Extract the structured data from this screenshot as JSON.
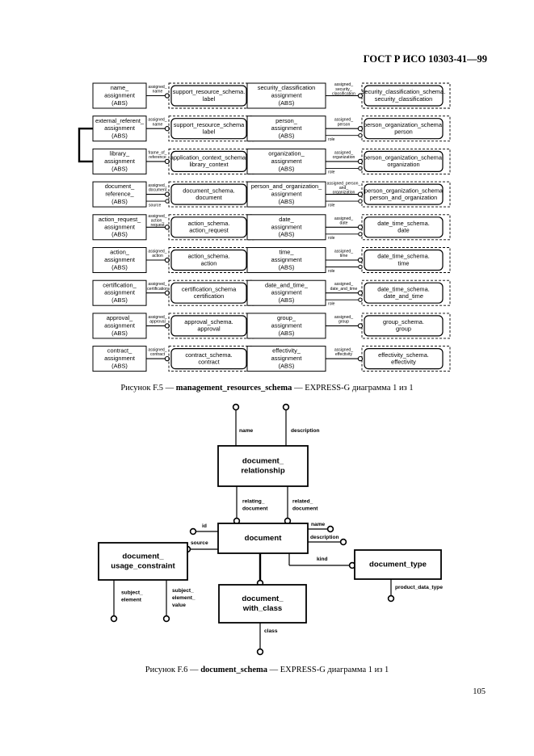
{
  "header": {
    "standard": "ГОСТ Р ИСО 10303-41—99"
  },
  "figure5": {
    "caption": {
      "prefix": "Рисунок F.5 — ",
      "name": "management_resources_schema",
      "suffix": " — EXPRESS-G диаграмма 1 из 1"
    },
    "left_rows": [
      {
        "entity": [
          "name_",
          "assignment",
          "(ABS)"
        ],
        "attr": [
          "assigned_",
          "name"
        ],
        "target": [
          "support_resource_schema.",
          "label"
        ]
      },
      {
        "entity": [
          "external_referent_",
          "assignment",
          "(ABS)"
        ],
        "attr": [
          "assigned_",
          "name"
        ],
        "target": [
          "support_resource_schema",
          "label"
        ]
      },
      {
        "entity": [
          "library_",
          "assignment",
          "(ABS)"
        ],
        "attr": [
          "frame_of_",
          "reference"
        ],
        "target": [
          "application_context_schema.",
          "library_context"
        ]
      },
      {
        "entity": [
          "document_",
          "reference_",
          "(ABS)"
        ],
        "attr": [
          "assigned_",
          "document"
        ],
        "attr2": "source",
        "target": [
          "document_schema.",
          "document"
        ]
      },
      {
        "entity": [
          "action_request_",
          "assignment",
          "(ABS)"
        ],
        "attr": [
          "assigned_",
          "action_",
          "request"
        ],
        "target": [
          "action_schema.",
          "action_request"
        ]
      },
      {
        "entity": [
          "action_",
          "assignment",
          "(ABS)"
        ],
        "attr": [
          "assigned_",
          "action"
        ],
        "target": [
          "action_schema.",
          "action"
        ]
      },
      {
        "entity": [
          "certification_",
          "assignment",
          "(ABS)"
        ],
        "attr": [
          "assigned_",
          "certification"
        ],
        "target": [
          "certification_schema",
          "certification"
        ]
      },
      {
        "entity": [
          "approval_",
          "assignment",
          "(ABS)"
        ],
        "attr": [
          "assigned_",
          "approval"
        ],
        "target": [
          "approval_schema.",
          "approval"
        ]
      },
      {
        "entity": [
          "contract_",
          "assignment",
          "(ABS)"
        ],
        "attr": [
          "assigned_",
          "contract"
        ],
        "target": [
          "contract_schema.",
          "contract"
        ]
      }
    ],
    "right_rows": [
      {
        "entity": [
          "security_classification",
          "assignment",
          "(ABS)"
        ],
        "attr": [
          "assigned_",
          "security_",
          "classification"
        ],
        "target": [
          "security_classification_schema.",
          "security_classification"
        ]
      },
      {
        "entity": [
          "person_",
          "assignment",
          "(ABS)"
        ],
        "attr": [
          "assigned_",
          "person"
        ],
        "attr2": "role",
        "target": [
          "person_organization_schema.",
          "person"
        ]
      },
      {
        "entity": [
          "organization_",
          "assignment",
          "(ABS)"
        ],
        "attr": [
          "assigned_",
          "organization"
        ],
        "attr2": "role",
        "target": [
          "person_organization_schema.",
          "organization"
        ]
      },
      {
        "entity": [
          "person_and_organization_",
          "assignment",
          "(ABS)"
        ],
        "attr": [
          "assigned_person_",
          "and_",
          "organization"
        ],
        "attr2": "role",
        "target": [
          "person_organization_schema",
          "person_and_organization"
        ]
      },
      {
        "entity": [
          "date_",
          "assignment",
          "(ABS)"
        ],
        "attr": [
          "assigned_",
          "date"
        ],
        "attr2": "role",
        "target": [
          "date_time_schema.",
          "date"
        ]
      },
      {
        "entity": [
          "time_",
          "assignment",
          "(ABS)"
        ],
        "attr": [
          "assigned_",
          "time"
        ],
        "attr2": "role",
        "target": [
          "date_time_schema.",
          "time"
        ]
      },
      {
        "entity": [
          "date_and_time_",
          "assignment",
          "(ABS)"
        ],
        "attr": [
          "assigned_",
          "date_and_time"
        ],
        "attr2": "role",
        "target": [
          "date_time_schema.",
          "date_and_time"
        ]
      },
      {
        "entity": [
          "group_",
          "assignment",
          "(ABS)"
        ],
        "attr": [
          "assigned_",
          "group"
        ],
        "target": [
          "group_schema.",
          "group"
        ]
      },
      {
        "entity": [
          "effectivity_",
          "assignment",
          "(ABS)"
        ],
        "attr": [
          "assigned_",
          "effectivity"
        ],
        "target": [
          "effectivity_schema.",
          "effectivity"
        ]
      }
    ]
  },
  "figure6": {
    "caption": {
      "prefix": "Рисунок F.6 — ",
      "name": "document_schema",
      "suffix": " — EXPRESS-G диаграмма 1 из 1"
    },
    "entities": {
      "relationship": [
        "document_",
        "relationship"
      ],
      "document": [
        "document"
      ],
      "usage": [
        "document_",
        "usage_constraint"
      ],
      "type": [
        "document_type"
      ],
      "with_class": [
        "document_",
        "with_class"
      ]
    },
    "labels": {
      "name_top": "name",
      "description_top": "description",
      "relating": [
        "relating_",
        "document"
      ],
      "related": [
        "related_",
        "document"
      ],
      "id": "id",
      "name": "name",
      "description": "description",
      "source": "source",
      "kind": "kind",
      "product_data_type": "product_data_type",
      "subject_element": [
        "subject_",
        "element"
      ],
      "subject_element_value": [
        "subject_",
        "element_",
        "value"
      ],
      "class": "class"
    }
  },
  "page_number": "105"
}
